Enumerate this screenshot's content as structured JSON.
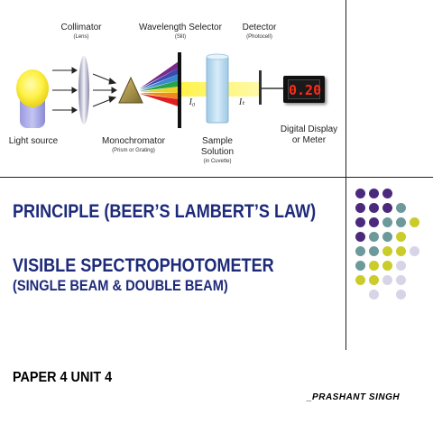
{
  "diagram": {
    "collimator_label": "Collimator",
    "collimator_sub": "(Lens)",
    "selector_label": "Wavelength Selector",
    "selector_sub": "(Slit)",
    "detector_label": "Detector",
    "detector_sub": "(Photocell)",
    "light_source_label": "Light source",
    "monochromator_label": "Monochromator",
    "monochromator_sub": "(Prism or Grating)",
    "sample_label_1": "Sample",
    "sample_label_2": "Solution",
    "sample_sub": "(in Cuvette)",
    "display_label_1": "Digital Display",
    "display_label_2": "or Meter",
    "display_value": "0.20",
    "i0_label": "I₀",
    "it_label": "Iₜ"
  },
  "titles": {
    "principle": "PRINCIPLE (BEER’S LAMBERT’S LAW)",
    "visible": "VISIBLE SPECTROPHOTOMETER",
    "beams": "(SINGLE BEAM & DOUBLE BEAM)"
  },
  "footer": {
    "paper": "PAPER 4 UNIT 4",
    "author": "_PRASHANT SINGH"
  },
  "colors": {
    "title": "#1d2a7a",
    "dot_purple": "#4b2a7d",
    "dot_teal": "#6c9a9a",
    "dot_yellow": "#c9cc2a",
    "dot_lavender": "#d6d4e6",
    "display_digits": "#ff2a1a"
  }
}
